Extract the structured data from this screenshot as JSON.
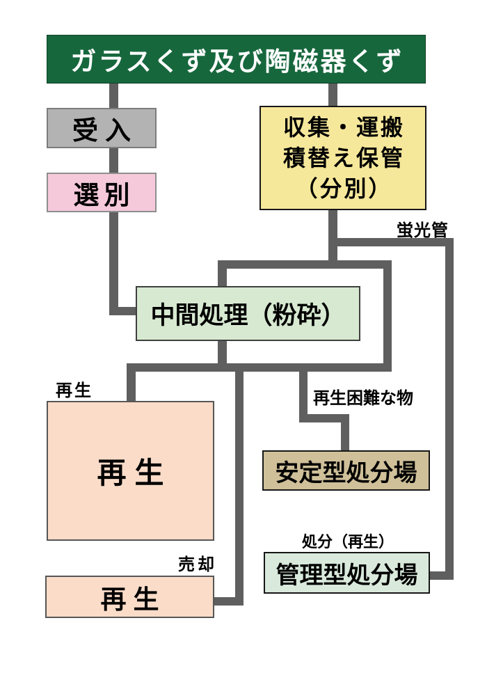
{
  "diagram": {
    "title": "ガラスくず及び陶磁器くず",
    "line_color": "#5f5f5f",
    "nodes": {
      "header": {
        "label": "ガラスくず及び陶磁器くず",
        "color": "#17673d",
        "text_color": "#ffffff"
      },
      "receiving": {
        "label": "受入",
        "color": "#b3b3b3"
      },
      "sorting": {
        "label": "選別",
        "color": "#f5c9da"
      },
      "collection": {
        "line1": "収集・運搬",
        "line2": "積替え保管",
        "line3": "（分別）",
        "color": "#f6e89b"
      },
      "intermediate": {
        "label": "中間処理（粉砕）",
        "color": "#d7e9d1"
      },
      "recycle_main": {
        "label": "再生",
        "color": "#fadcc9"
      },
      "recycle_sold": {
        "label": "再生",
        "color": "#fadcc9"
      },
      "stable_landfill": {
        "label": "安定型処分場",
        "color": "#cfc099"
      },
      "controlled_landfill": {
        "label": "管理型処分場",
        "color": "#d9e9dc"
      }
    },
    "annotations": {
      "recycle": "再生",
      "fluorescent_tube": "蛍光管",
      "hard_to_recycle": "再生困難な物",
      "sale": "売却",
      "disposal_recycle": "処分（再生）"
    }
  }
}
